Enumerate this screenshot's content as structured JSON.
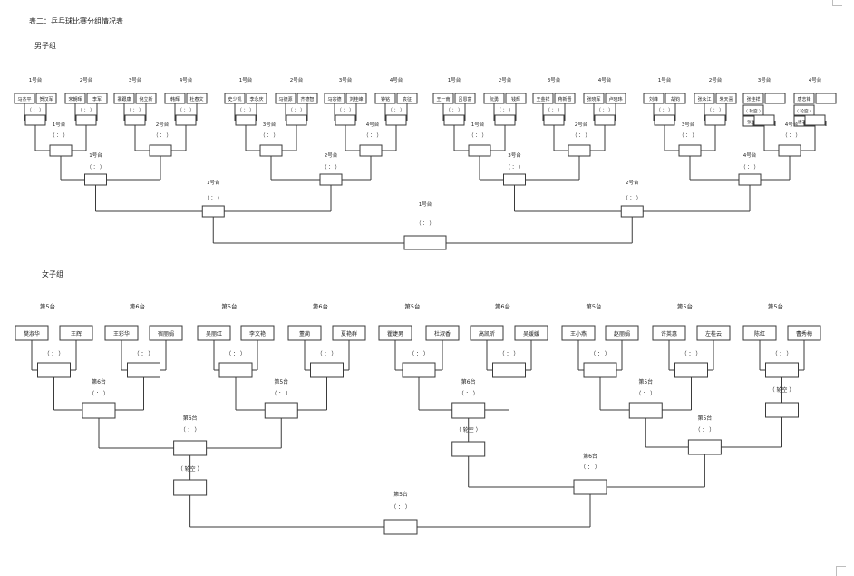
{
  "title": "表二：乒乓球比赛分组情况表",
  "men": {
    "label": "男子组",
    "table_labels": [
      "1号台",
      "2号台",
      "3号台",
      "4号台",
      "1号台",
      "2号台",
      "3号台",
      "4号台",
      "1号台",
      "2号台",
      "3号台",
      "4号台",
      "1号台",
      "2号台",
      "3号台",
      "4号台"
    ],
    "players": [
      "马杰平",
      "贺汉军",
      "宋朝晖",
      "李军",
      "寨跟康",
      "倪立新",
      "韩辉",
      "杜春文",
      "史少凯",
      "李永庆",
      "马德源",
      "齐德智",
      "马宗德",
      "刘桂峰",
      "钟铭",
      "袁征",
      "王一南",
      "吕恩富",
      "阮勇",
      "钱辉",
      "王金祥",
      "蒋新晋",
      "张晓军",
      "卢晓玮",
      "刘峰",
      "胡钧",
      "张永江",
      "朱天喜",
      "张佳祥",
      "",
      "唐志锋",
      ""
    ],
    "bye_labels": [
      "（  轮空  ）",
      "（  轮空  ）"
    ],
    "bye_names": [
      "张佳祥",
      "唐志锋"
    ],
    "r1_labels": [
      "1号台",
      "2号台",
      "3号台",
      "4号台",
      "1号台",
      "2号台",
      "3号台",
      "4号台"
    ],
    "r2_labels": [
      "1号台",
      "2号台",
      "3号台",
      "4号台"
    ],
    "semi_labels": [
      "1号台",
      "2号台"
    ],
    "final_label": "1号台",
    "score": "（    ：    ）"
  },
  "women": {
    "label": "女子组",
    "table_labels": [
      "第5台",
      "第6台",
      "第5台",
      "第6台",
      "第5台",
      "第6台",
      "第5台",
      "第5台"
    ],
    "players": [
      "樊淑华",
      "王辉",
      "王彩华",
      "宿丽娟",
      "吴丽红",
      "李文艳",
      "董蔺",
      "夏艳群",
      "瞿婕男",
      "杜淑香",
      "高凯昕",
      "吴媛媛",
      "王小燕",
      "赵丽娟",
      "许英惠",
      "左桂云",
      "陈红",
      "曹秀梅"
    ],
    "r2_labels": [
      "第6台",
      "第5台",
      "第6台",
      "第5台"
    ],
    "semi_labels": [
      "第6台",
      "第6台",
      "第5台"
    ],
    "final_label": "第5台",
    "bye": "（  轮空  ）",
    "score": "（    ：    ）"
  }
}
